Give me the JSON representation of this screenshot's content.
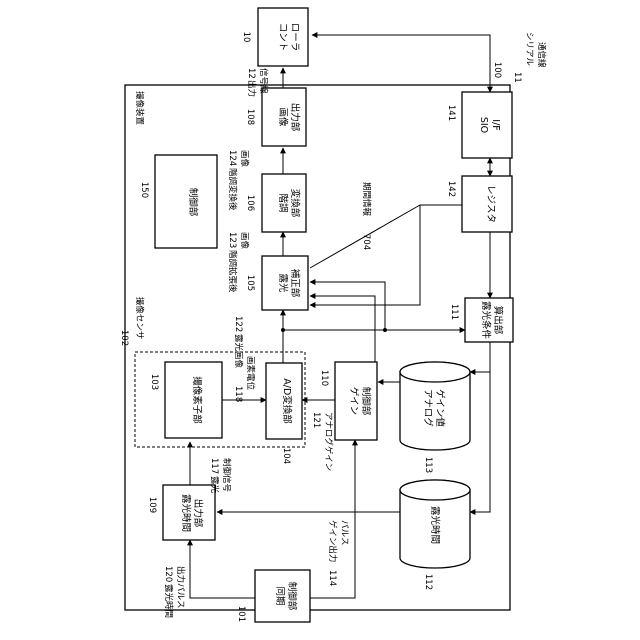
{
  "blocks": {
    "controller": {
      "number": "10",
      "line1": "コント",
      "line2": "ローラ"
    },
    "image_output": {
      "number": "108",
      "line1": "画像",
      "line2": "出力部"
    },
    "tone_conversion": {
      "number": "106",
      "line1": "階調",
      "line2": "変換部"
    },
    "exposure_correction": {
      "number": "105",
      "line1": "露光",
      "line2": "補正部"
    },
    "imaging_element": {
      "number": "103",
      "line1": "撮像素子部"
    },
    "ad_converter": {
      "number": "104",
      "line1": "A/D変換部"
    },
    "gain_control": {
      "number": "110",
      "line1": "ゲイン",
      "line2": "制御部"
    },
    "exposure_time_output": {
      "number": "109",
      "line1": "露光時間",
      "line2": "出力部"
    },
    "sync_control": {
      "number": "101",
      "line1": "同期",
      "line2": "制御部"
    },
    "control": {
      "number": "150",
      "line1": "制御部"
    },
    "sio": {
      "number": "141",
      "line1": "SIO",
      "line2": "I/F"
    },
    "register": {
      "number": "142",
      "line1": "レジスタ"
    },
    "exposure_calc": {
      "number": "111",
      "line1": "露光条件",
      "line2": "算出部"
    },
    "analog_gain_store": {
      "number": "113",
      "line1": "アナログ",
      "line2": "ゲイン値"
    },
    "exposure_time_store": {
      "number": "112",
      "line1": "露光時間"
    }
  },
  "groups": {
    "device": {
      "number": "100",
      "title": "撮像装置"
    },
    "sensor": {
      "number": "102",
      "title": "撮像センサ"
    }
  },
  "signals": {
    "s12": {
      "number": "12",
      "line1": "出力",
      "line2": "信号線"
    },
    "s11": {
      "number": "11",
      "line1": "シリアル",
      "line2": "通信線"
    },
    "s124": {
      "number": "124",
      "line1": "階調変換後",
      "line2": "画像"
    },
    "s123": {
      "number": "123",
      "line1": "階調拡張後",
      "line2": "画像"
    },
    "s122": {
      "number": "122",
      "line1": "露光画像"
    },
    "s118": {
      "number": "118",
      "line1": "画素電位"
    },
    "s121": {
      "number": "121",
      "line1": "アナログゲイン"
    },
    "s117": {
      "number": "117",
      "line1": "露光",
      "line2": "制御信号"
    },
    "s120": {
      "number": "120",
      "line1": "露光時間",
      "line2": "出力パルス"
    },
    "s114": {
      "number": "114",
      "line1": "ゲイン出力",
      "line2": "パルス"
    },
    "s704": {
      "number": "704",
      "line1": "期間情報"
    }
  }
}
